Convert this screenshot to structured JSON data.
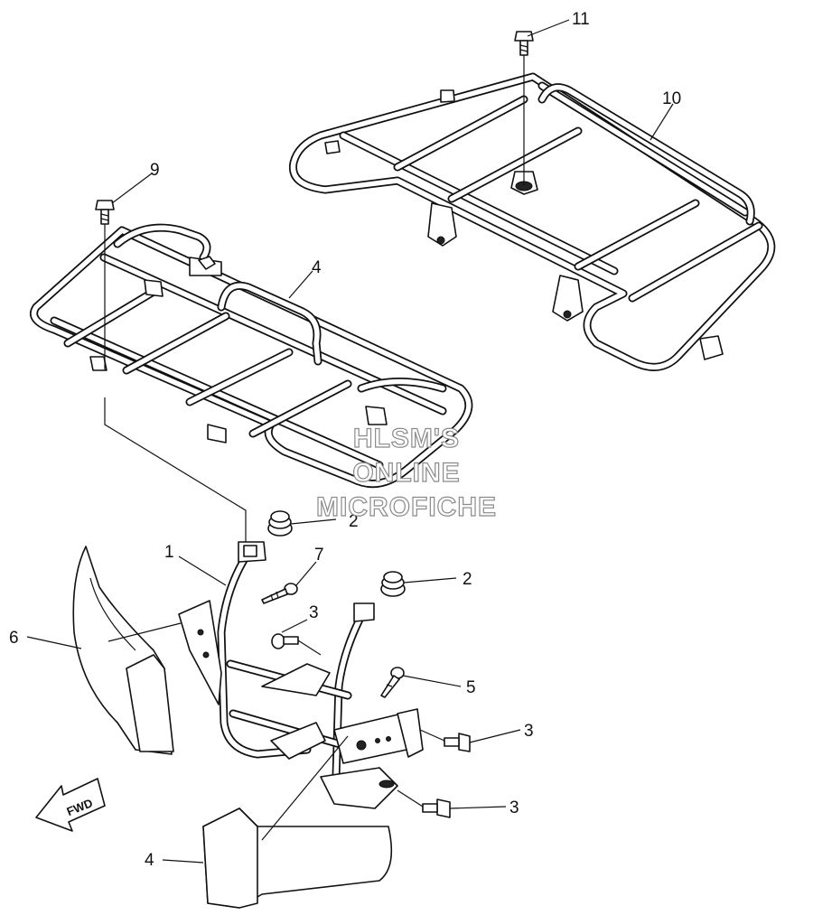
{
  "callouts": {
    "c11": "11",
    "c10": "10",
    "c9": "9",
    "c4a": "4",
    "c2a": "2",
    "c1": "1",
    "c7": "7",
    "c2b": "2",
    "c6": "6",
    "c3a": "3",
    "c5": "5",
    "c3b": "3",
    "c3c": "3",
    "c4b": "4"
  },
  "watermark": {
    "line1": "HLSM'S",
    "line2": "ONLINE",
    "line3": "MICROFICHE"
  },
  "direction_label": "FWD"
}
